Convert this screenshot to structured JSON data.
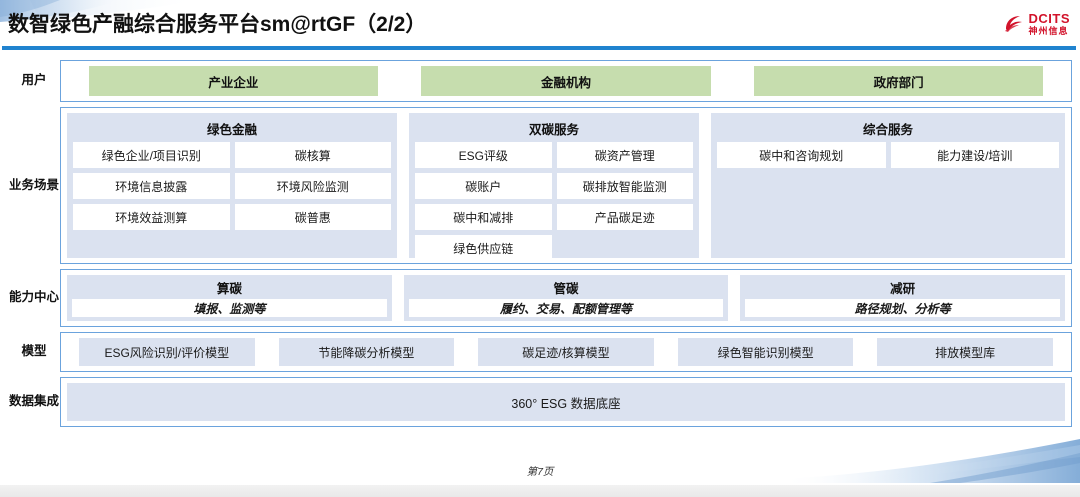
{
  "header": {
    "title": "数智绿色产融综合服务平台sm@rtGF（2/2）",
    "logo_en": "DCITS",
    "logo_cn": "神州信息",
    "accent_color": "#2083cf",
    "logo_color": "#d2132b"
  },
  "rows": {
    "users": {
      "label": "用户",
      "items": [
        {
          "label": "产业企业"
        },
        {
          "label": "金融机构"
        },
        {
          "label": "政府部门"
        }
      ],
      "chip_color": "#c6ddae"
    },
    "scenarios": {
      "label": "业务场景",
      "panels": [
        {
          "title": "绿色金融",
          "items": [
            "绿色企业/项目识别",
            "碳核算",
            "环境信息披露",
            "环境风险监测",
            "环境效益测算",
            "碳普惠"
          ]
        },
        {
          "title": "双碳服务",
          "items": [
            "ESG评级",
            "碳资产管理",
            "碳账户",
            "碳排放智能监测",
            "碳中和减排",
            "产品碳足迹",
            "绿色供应链"
          ]
        },
        {
          "title": "综合服务",
          "items": [
            "碳中和咨询规划",
            "能力建设/培训"
          ]
        }
      ],
      "panel_color": "#dbe2f0"
    },
    "capability": {
      "label": "能力中心",
      "panels": [
        {
          "title": "算碳",
          "subtitle": "填报、监测等"
        },
        {
          "title": "管碳",
          "subtitle": "履约、交易、配额管理等"
        },
        {
          "title": "减研",
          "subtitle": "路径规划、分析等"
        }
      ]
    },
    "models": {
      "label": "模型",
      "items": [
        "ESG风险识别/评价模型",
        "节能降碳分析模型",
        "碳足迹/核算模型",
        "绿色智能识别模型",
        "排放模型库"
      ]
    },
    "data": {
      "label": "数据集成",
      "bar_label": "360° ESG 数据底座"
    }
  },
  "footer": {
    "page_label": "第7页"
  }
}
